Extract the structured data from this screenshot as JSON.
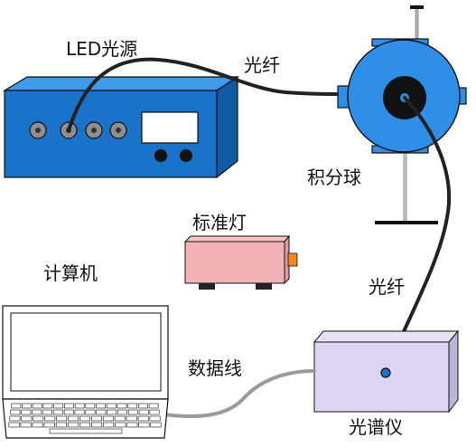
{
  "labels": {
    "led_source": "LED光源",
    "fiber_top": "光纤",
    "integrating_sphere": "积分球",
    "standard_lamp": "标准灯",
    "computer": "计算机",
    "fiber_right": "光纤",
    "data_cable": "数据线",
    "spectrometer": "光谱仪"
  },
  "colors": {
    "led_box_front": "#1a73c9",
    "led_box_top": "#3f9be8",
    "led_box_side": "#0f5aa3",
    "sphere": "#2f8fe6",
    "lamp_box": "#f2b2b8",
    "lamp_tip": "#f08a1d",
    "spectrometer_box": "#ddd5f2",
    "fiber": "#222222",
    "data_cable": "#9a9a9a"
  }
}
